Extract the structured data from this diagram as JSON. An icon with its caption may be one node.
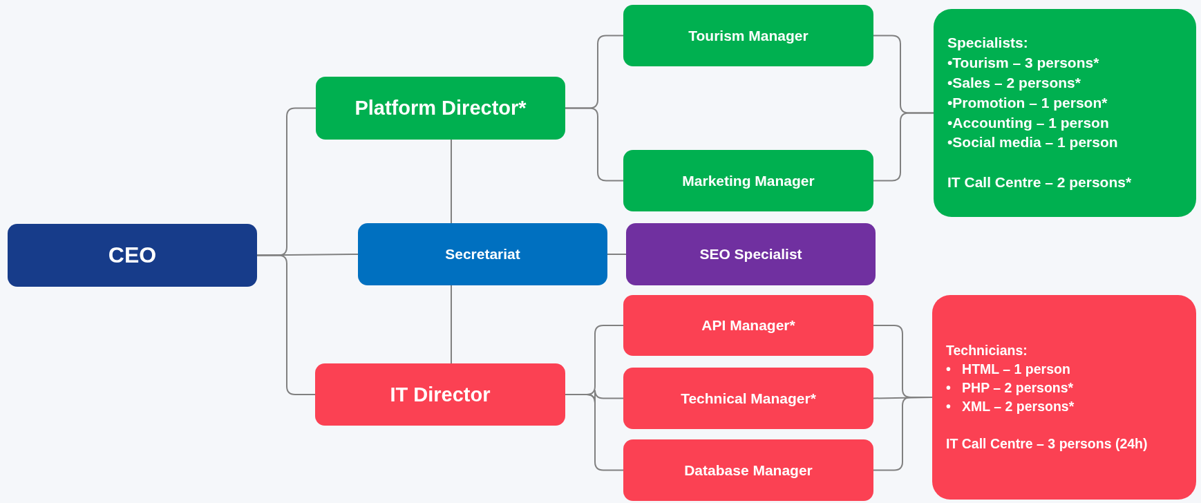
{
  "diagram": {
    "nodes": [
      {
        "text": [
          "CEO"
        ]
      },
      {
        "text": [
          "Platform Director*"
        ]
      },
      {
        "text": [
          "Tourism Manager"
        ]
      },
      {
        "text": [
          "Marketing Manager"
        ]
      },
      {
        "text": [
          "Specialists:",
          "•Tourism – 3 persons*",
          "•Sales – 2 persons*",
          "•Promotion – 1 person*",
          "•Accounting – 1 person",
          "•Social media – 1 person",
          "IT Call Centre – 2 persons*"
        ]
      },
      {
        "text": [
          "Secretariat"
        ]
      },
      {
        "text": [
          "SEO Specialist"
        ]
      },
      {
        "text": [
          "IT Director"
        ]
      },
      {
        "text": [
          "API Manager*"
        ]
      },
      {
        "text": [
          "Technical Manager*"
        ]
      },
      {
        "text": [
          "Database Manager"
        ]
      },
      {
        "text": [
          "Technicians:",
          "•   HTML – 1 person",
          "•   PHP – 2 persons*",
          "•   XML – 2 persons*",
          "IT Call Centre – 3 persons (24h)"
        ]
      }
    ],
    "edges": [
      {
        "from": 0,
        "to": 1,
        "arrow": "none"
      },
      {
        "from": 0,
        "to": 5,
        "arrow": "none"
      },
      {
        "from": 0,
        "to": 7,
        "arrow": "none"
      },
      {
        "from": 1,
        "to": 5,
        "arrow": "none"
      },
      {
        "from": 5,
        "to": 7,
        "arrow": "none"
      },
      {
        "from": 5,
        "to": 6,
        "arrow": "none"
      },
      {
        "from": 1,
        "to": 2,
        "arrow": "none"
      },
      {
        "from": 1,
        "to": 3,
        "arrow": "none"
      },
      {
        "from": 2,
        "to": 4,
        "arrow": "none"
      },
      {
        "from": 3,
        "to": 4,
        "arrow": "none"
      },
      {
        "from": 7,
        "to": 8,
        "arrow": "none"
      },
      {
        "from": 7,
        "to": 9,
        "arrow": "none"
      },
      {
        "from": 7,
        "to": 10,
        "arrow": "none"
      },
      {
        "from": 8,
        "to": 11,
        "arrow": "none"
      },
      {
        "from": 9,
        "to": 11,
        "arrow": "none"
      },
      {
        "from": 10,
        "to": 11,
        "arrow": "none"
      }
    ]
  }
}
